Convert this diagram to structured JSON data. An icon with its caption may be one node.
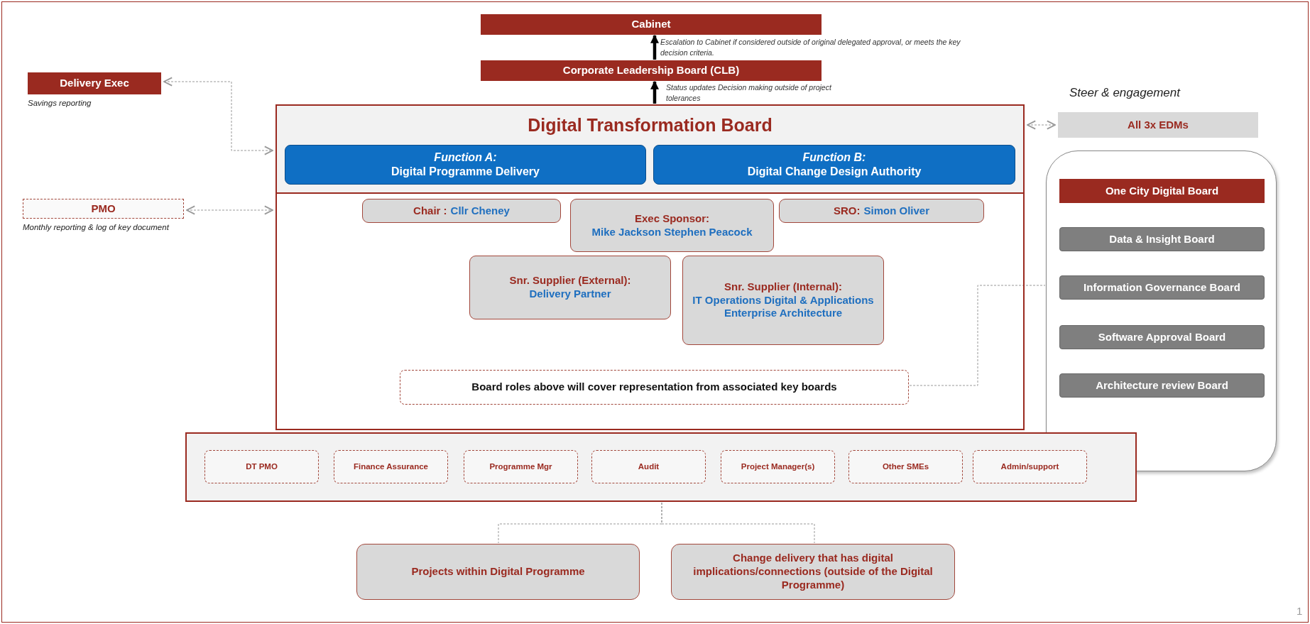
{
  "diagram": {
    "nodes": [
      {
        "text": [
          "Cabinet"
        ]
      },
      {
        "text": [
          "Corporate Leadership Board (CLB)"
        ]
      },
      {
        "text": [
          "Delivery Exec"
        ],
        "beside": [
          "Savings reporting"
        ]
      },
      {
        "text": [
          "Digital Transformation Board"
        ]
      },
      {
        "text": [
          "Function A:",
          "Digital Programme Delivery"
        ],
        "in": 3
      },
      {
        "text": [
          "Function B:",
          "Digital Change Design Authority"
        ],
        "in": 3
      },
      {
        "text": [
          "All 3x EDMs"
        ]
      },
      {
        "text": [
          "PMO"
        ],
        "beside": [
          "Monthly reporting & log of key document"
        ]
      },
      {
        "text": [
          "Chair :",
          "Cllr Cheney"
        ],
        "in": 3
      },
      {
        "text": [
          "Exec Sponsor:",
          "Mike Jackson Stephen Peacock"
        ],
        "in": 3
      },
      {
        "text": [
          "SRO:",
          "Simon Oliver"
        ],
        "in": 3
      },
      {
        "text": [
          "Snr. Supplier (External):",
          "Delivery Partner"
        ],
        "in": 3
      },
      {
        "text": [
          "Snr. Supplier (Internal):",
          "IT Operations Digital & Applications Enterprise Architecture"
        ],
        "in": 3
      },
      {
        "text": [
          "Board roles above will cover representation from associated key boards"
        ],
        "in": 3
      },
      {
        "text": [],
        "shape": "box"
      },
      {
        "text": [
          "One City Digital Board"
        ],
        "in": 14
      },
      {
        "text": [
          "Data & Insight Board"
        ],
        "in": 14
      },
      {
        "text": [
          "Information Governance Board"
        ],
        "in": 14
      },
      {
        "text": [
          "Software Approval Board"
        ],
        "in": 14
      },
      {
        "text": [
          "Architecture review Board"
        ],
        "in": 14
      },
      {
        "text": [],
        "shape": "box"
      },
      {
        "text": [
          "DT PMO"
        ],
        "in": 20
      },
      {
        "text": [
          "Finance Assurance"
        ],
        "in": 20
      },
      {
        "text": [
          "Programme Mgr"
        ],
        "in": 20
      },
      {
        "text": [
          "Audit"
        ],
        "in": 20
      },
      {
        "text": [
          "Project Manager(s)"
        ],
        "in": 20
      },
      {
        "text": [
          "Other SMEs"
        ],
        "in": 20
      },
      {
        "text": [
          "Admin/support"
        ],
        "in": 20
      },
      {
        "text": [
          "Projects within Digital Programme"
        ]
      },
      {
        "text": [
          "Change delivery that has digital implications/connections (outside of the Digital Programme)"
        ]
      }
    ],
    "edges": [
      {
        "from": 3,
        "to": 1,
        "arrow": "to",
        "style": "thick",
        "color": "#000000",
        "label": "Status updates Decision making outside of project tolerances"
      },
      {
        "from": 1,
        "to": 0,
        "arrow": "to",
        "style": "thick",
        "color": "#000000",
        "label": "Escalation to Cabinet if considered outside of original delegated approval, or meets the key decision criteria."
      },
      {
        "from": 2,
        "to": 3,
        "arrow": "both",
        "style": "dashed"
      },
      {
        "from": 7,
        "to": 3,
        "arrow": "both",
        "style": "dashed"
      },
      {
        "from": 3,
        "to": 6,
        "arrow": "both",
        "style": "dashed"
      },
      {
        "from": 13,
        "to": 14,
        "arrow": "none",
        "style": "dashed"
      },
      {
        "from": 20,
        "to": 28,
        "arrow": "none",
        "style": "dashed"
      },
      {
        "from": 20,
        "to": 29,
        "arrow": "none",
        "style": "dashed"
      }
    ],
    "labels": [
      "Steer & engagement",
      "1"
    ]
  }
}
